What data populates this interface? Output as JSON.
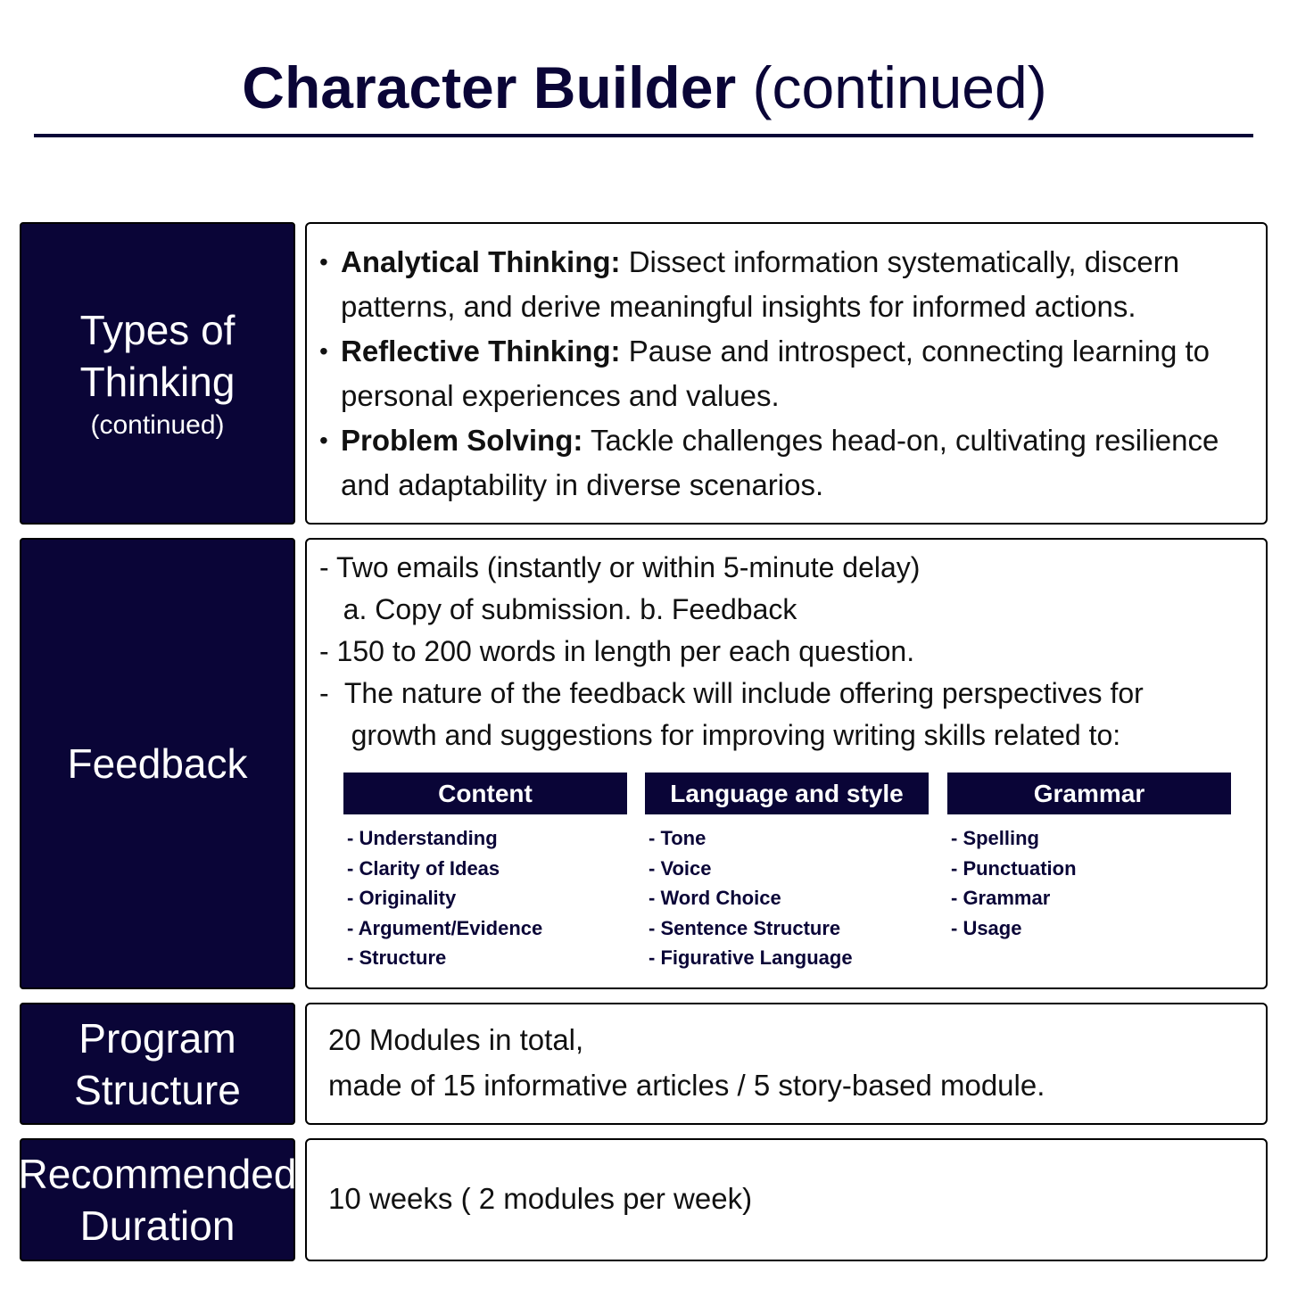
{
  "header": {
    "title_bold": "Character Builder",
    "title_rest": " (continued)"
  },
  "rows": {
    "thinking": {
      "label_line1": "Types of",
      "label_line2": "Thinking",
      "label_sub": "(continued)",
      "items": [
        {
          "term": "Analytical Thinking:",
          "text": " Dissect information systematically, discern patterns, and derive meaningful insights for informed actions."
        },
        {
          "term": "Reflective Thinking:",
          "text": " Pause and introspect, connecting learning to personal experiences and values."
        },
        {
          "term": "Problem Solving:",
          "text": " Tackle challenges head-on, cultivating resilience and adaptability in diverse scenarios."
        }
      ]
    },
    "feedback": {
      "label": "Feedback",
      "lines": [
        "- Two emails (instantly or within 5-minute delay)",
        "   a. Copy of submission. b. Feedback",
        "- 150 to 200 words in length per each question.",
        "-  The nature of the feedback will include offering perspectives for",
        "    growth and suggestions for improving writing skills related to:"
      ],
      "columns": [
        {
          "header": "Content",
          "items": [
            "- Understanding",
            "- Clarity of Ideas",
            "- Originality",
            "- Argument/Evidence",
            "- Structure"
          ]
        },
        {
          "header": "Language and style",
          "items": [
            "- Tone",
            "- Voice",
            "- Word Choice",
            "- Sentence Structure",
            "- Figurative Language"
          ]
        },
        {
          "header": "Grammar",
          "items": [
            "- Spelling",
            "- Punctuation",
            "- Grammar",
            "- Usage"
          ]
        }
      ]
    },
    "structure": {
      "label_line1": "Program",
      "label_line2": "Structure",
      "line1": "20 Modules in total,",
      "line2": "made of 15 informative articles / 5 story-based module."
    },
    "duration": {
      "label_line1": "Recommended",
      "label_line2": "Duration",
      "text": "10 weeks ( 2 modules per week)"
    }
  }
}
